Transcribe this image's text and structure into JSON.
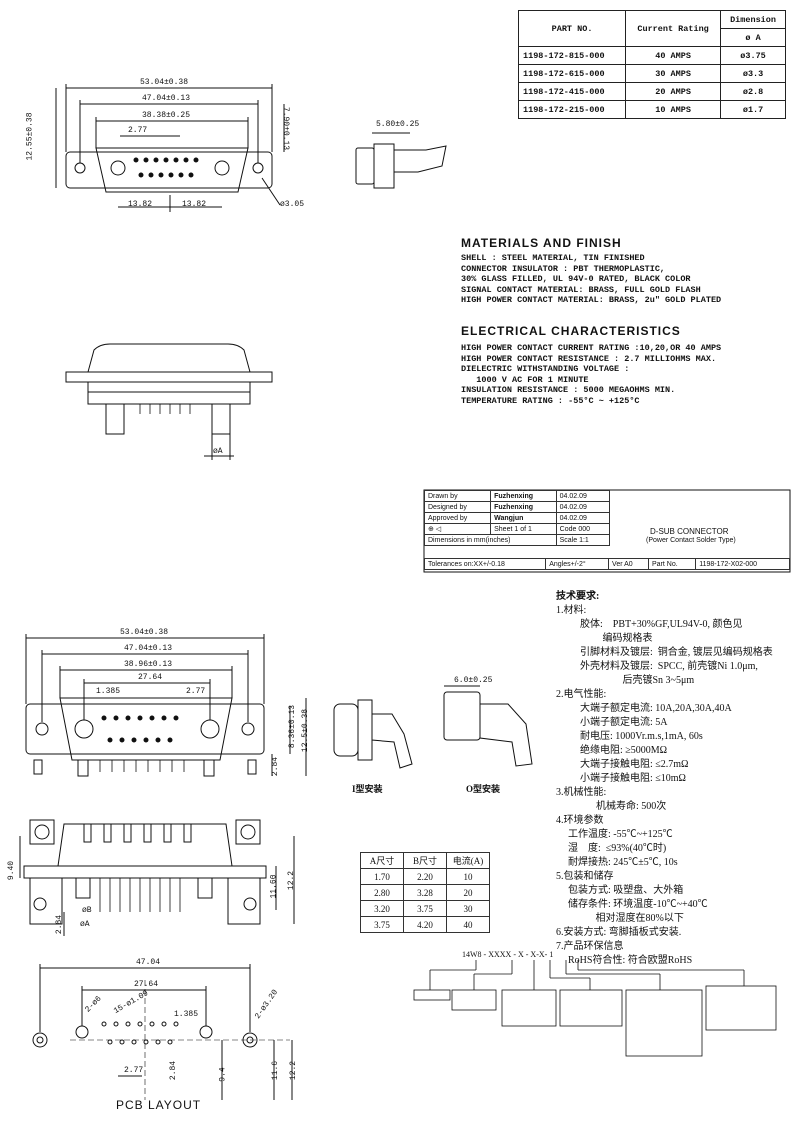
{
  "parts_table": {
    "headers": {
      "part_no": "PART NO.",
      "current_rating": "Current Rating",
      "dimension": "Dimension",
      "dimension_sub": "ø A"
    },
    "rows": [
      {
        "part": "1198-172-815-000",
        "rating": "40 AMPS",
        "dim": "ø3.75"
      },
      {
        "part": "1198-172-615-000",
        "rating": "30 AMPS",
        "dim": "ø3.3"
      },
      {
        "part": "1198-172-415-000",
        "rating": "20 AMPS",
        "dim": "ø2.8"
      },
      {
        "part": "1198-172-215-000",
        "rating": "10 AMPS",
        "dim": "ø1.7"
      }
    ]
  },
  "top_drawing": {
    "dims": {
      "d1": "53.04±0.38",
      "d2": "47.04±0.13",
      "d3": "38.38±0.25",
      "d4": "2.77",
      "d5": "13.82",
      "d6": "13.82",
      "d7": "12.55±0.38",
      "d8": "7.90±0.13",
      "d9": "ø3.05",
      "d10": "5.80±0.25",
      "d11": "øA"
    }
  },
  "materials": {
    "title": "MATERIALS AND FINISH",
    "lines": [
      "SHELL : STEEL MATERIAL, TIN FINISHED",
      "CONNECTOR INSULATOR : PBT THERMOPLASTIC,",
      "30% GLASS FILLED, UL 94V-0 RATED, BLACK COLOR",
      "SIGNAL CONTACT MATERIAL: BRASS, FULL GOLD FLASH",
      "HIGH POWER CONTACT MATERIAL: BRASS, 2u\" GOLD PLATED"
    ]
  },
  "electrical": {
    "title": "ELECTRICAL CHARACTERISTICS",
    "lines": [
      "HIGH POWER CONTACT CURRENT RATING :10,20,OR 40 AMPS",
      "HIGH POWER CONTACT RESISTANCE : 2.7 MILLIOHMS MAX.",
      "DIELECTRIC WITHSTANDING VOLTAGE :",
      "   1000 V AC FOR 1 MINUTE",
      "INSULATION RESISTANCE : 5000 MEGAOHMS MIN.",
      "TEMPERATURE RATING : -55°C ~ +125°C"
    ]
  },
  "title_block": {
    "drawn_by_label": "Drawn by",
    "drawn_by": "Fuzhenxing",
    "drawn_date": "04.02.09",
    "designed_by_label": "Designed by",
    "designed_by": "Fuzhenxing",
    "designed_date": "04.02.09",
    "approved_by_label": "Approved by",
    "approved_by": "Wangjun",
    "approved_date": "04.02.09",
    "sheet": "Sheet  1 of 1",
    "code": "Code  000",
    "dimensions_note": "Dimensions in mm(inches)",
    "scale": "Scale 1:1",
    "tolerances": "Tolerances on:XX+/-0.18",
    "angles": "Angles+/-2°",
    "ver": "Ver A0",
    "part_no_label": "Part No.",
    "part_no": "1198-172-X02-000",
    "title": "D-SUB CONNECTOR",
    "subtitle": "(Power Contact Solder Type)"
  },
  "lower_drawing": {
    "dims": {
      "d1": "53.04±0.38",
      "d2": "47.04±0.13",
      "d3": "38.96±0.13",
      "d4": "27.64",
      "d5": "1.385",
      "d6": "2.77",
      "d7": "8.36±0.13",
      "d8": "12.5±0.38",
      "d9": "2.84",
      "d10": "6.0±0.25",
      "d11": "9.40",
      "d12": "11.60",
      "d13": "12.2",
      "d14": "2.84",
      "d15": "øA",
      "d16": "øB"
    },
    "label_i": "I型安装",
    "label_o": "O型安装"
  },
  "tech_req": {
    "title": "技术要求:",
    "lines": [
      "1.材料:",
      "胶体:    PBT+30%GF,UL94V-0, 颜色见",
      "         编码规格表",
      "引脚材料及镀层:  铜合金, 镀层见编码规格表",
      "外壳材料及镀层:  SPCC, 前壳镀Ni 1.0μm,",
      "                 后壳镀Sn 3~5μm",
      "2.电气性能:",
      "大端子额定电流:  10A,20A,30A,40A",
      "小端子额定电流:  5A",
      "耐电压:  1000Vr.m.s,1mA, 60s",
      "绝缘电阻:  ≥5000MΩ",
      "大端子接触电阻:  ≤2.7mΩ",
      "小端子接触电阻:  ≤10mΩ",
      "3.机械性能:",
      "机械寿命:  500次",
      "4.环境参数",
      "工作温度: -55℃~+125℃",
      "湿    度:  ≤93%(40℃时)",
      "耐焊接热:  245℃±5℃, 10s",
      "5.包装和储存",
      "包装方式:  吸塑盘、大外箱",
      "储存条件:  环境温度-10℃~+40℃",
      "           相对湿度在80%以下",
      "6.安装方式:  弯脚插板式安装.",
      "7.产品环保信息",
      "RoHS符合性:  符合欧盟RoHS"
    ]
  },
  "ab_table": {
    "headers": [
      "A尺寸",
      "B尺寸",
      "电流(A)"
    ],
    "rows": [
      [
        "1.70",
        "2.20",
        "10"
      ],
      [
        "2.80",
        "3.28",
        "20"
      ],
      [
        "3.20",
        "3.75",
        "30"
      ],
      [
        "3.75",
        "4.20",
        "40"
      ]
    ]
  },
  "order_code": "14W8 - XXXX - X - X-X- 1",
  "pcb": {
    "label": "PCB  LAYOUT",
    "dims": {
      "d1": "47.04",
      "d2": "27.64",
      "d3": "2-ø6",
      "d4": "15-ø1.09",
      "d5": "1.385",
      "d6": "2-ø3.20",
      "d7": "2.77",
      "d8": "2.84",
      "d9": "9.4",
      "d10": "11.6",
      "d11": "12.2"
    }
  }
}
